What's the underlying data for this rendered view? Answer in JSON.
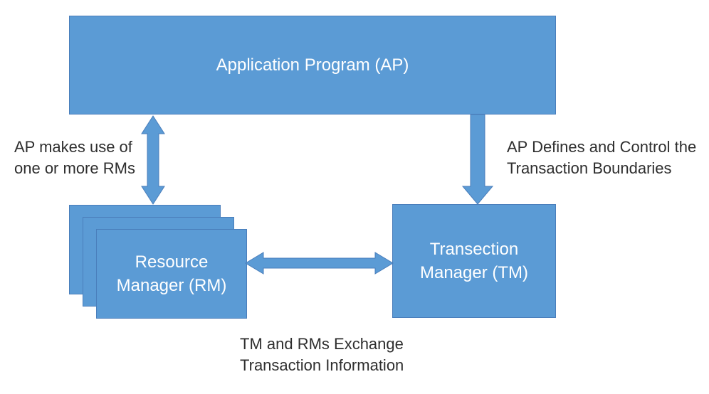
{
  "diagram": {
    "background": "#ffffff",
    "colors": {
      "shape_fill": "#5b9bd5",
      "shape_border": "#4a7ebb",
      "box_text": "#ffffff",
      "label_text": "#2e2e2e"
    },
    "boxes": {
      "ap": {
        "label": "Application Program (AP)"
      },
      "rm": {
        "line1": "Resource",
        "line2": "Manager (RM)",
        "stacked_copies": 3
      },
      "tm": {
        "line1": "Transection",
        "line2": "Manager (TM)"
      }
    },
    "labels": {
      "ap_rm": {
        "line1": "AP makes use of",
        "line2": "one or more RMs"
      },
      "ap_tm": {
        "line1": "AP Defines and Control the",
        "line2": "Transaction Boundaries"
      },
      "rm_tm": {
        "line1": "TM and RMs Exchange",
        "line2": "Transaction Information"
      }
    },
    "arrows": [
      {
        "name": "ap-rm",
        "style": "double-headed",
        "orientation": "vertical"
      },
      {
        "name": "ap-tm",
        "style": "single-headed-down",
        "orientation": "vertical"
      },
      {
        "name": "rm-tm",
        "style": "double-headed",
        "orientation": "horizontal"
      }
    ]
  }
}
